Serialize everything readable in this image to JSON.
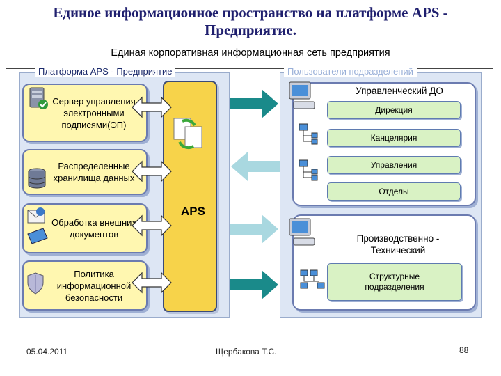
{
  "title": "Единое информационное пространство на платформе APS - Предприятие.",
  "subtitle": "Единая корпоративная информационная сеть предприятия",
  "left_panel": {
    "label": "Платформа APS - Предприятие",
    "boxes": [
      {
        "text": "Сервер управления электронными подписями(ЭП)",
        "icon": "server-check-icon"
      },
      {
        "text": "Распределенные хранилища данных",
        "icon": "database-icon"
      },
      {
        "text": "Обработка внешних документов",
        "icon": "mail-document-icon"
      },
      {
        "text": "Политика информационной безопасности",
        "icon": "shield-icon"
      }
    ],
    "aps_label": "APS"
  },
  "right_panel": {
    "label": "Пользователи подразделений",
    "group1": {
      "title": "Управленческий ДО",
      "items": [
        "Дирекция",
        "Канцелярия",
        "Управления",
        "Отделы"
      ]
    },
    "group2": {
      "title": "Производственно - Технический",
      "items": [
        "Структурные подразделения"
      ]
    }
  },
  "footer": {
    "date": "05.04.2011",
    "author": "Щербакова Т.С.",
    "page": "88"
  },
  "colors": {
    "title": "#1f1f6e",
    "aps_bar": "#f7d34a",
    "box_fill": "#fff7b0",
    "pill_fill": "#d9f2c4",
    "arrow_teal": "#1a8a8a",
    "arrow_light": "#a9d8e0"
  }
}
